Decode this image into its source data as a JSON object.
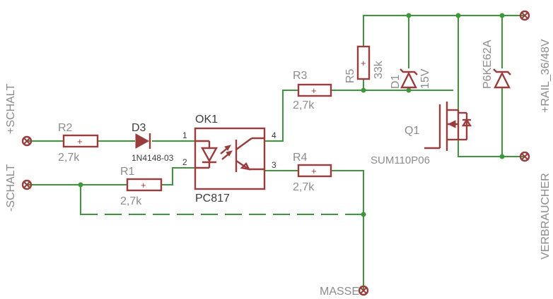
{
  "connectors": {
    "schalt_plus": "+SCHALT",
    "schalt_minus": "-SCHALT",
    "rail": "+RAIL_36/48V",
    "verbraucher": "VERBRAUCHER",
    "masse": "MASSE"
  },
  "components": {
    "r1": {
      "name": "R1",
      "value": "2,7k"
    },
    "r2": {
      "name": "R2",
      "value": "2,7k"
    },
    "r3": {
      "name": "R3",
      "value": "2,7k"
    },
    "r4": {
      "name": "R4",
      "value": "2,7k"
    },
    "r5": {
      "name": "R5",
      "value": "33k"
    },
    "d1": {
      "name": "D1",
      "value": "15V"
    },
    "d3": {
      "name": "D3",
      "value": "1N4148-03"
    },
    "ok1": {
      "name": "OK1",
      "value": "PC817",
      "pin1": "1",
      "pin2": "2",
      "pin3": "3",
      "pin4": "4"
    },
    "q1": {
      "name": "Q1",
      "value": "SUM110P06"
    },
    "tvs": {
      "value": "P6KE62A"
    }
  },
  "colors": {
    "wire": "#3a9a3a",
    "part": "#9b3b3b",
    "label": "#8c8c8c",
    "pin_label": "#3d3d3d"
  }
}
